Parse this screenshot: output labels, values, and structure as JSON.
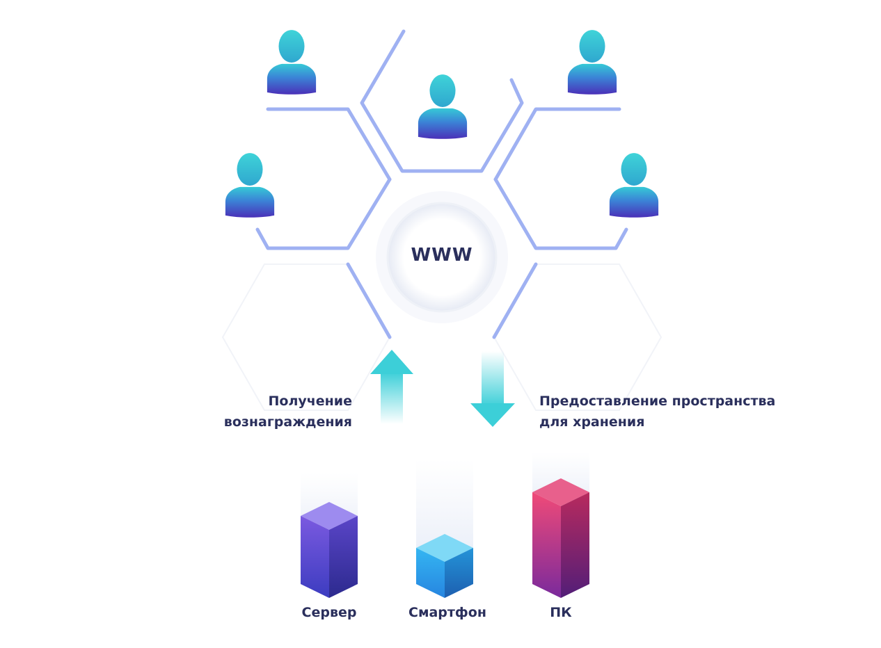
{
  "center": {
    "label": "WWW"
  },
  "actions": {
    "receive_reward": [
      "Получение",
      "вознаграждения"
    ],
    "provide_storage": [
      "Предоставление пространства",
      "для хранения"
    ]
  },
  "devices": [
    {
      "label": "Сервер",
      "color": "#5b49d6"
    },
    {
      "label": "Смартфон",
      "color": "#2aa8ec"
    },
    {
      "label": "ПК",
      "color": "#c3286c"
    }
  ],
  "users": [
    {
      "icon": "user-icon"
    },
    {
      "icon": "user-icon"
    },
    {
      "icon": "user-icon"
    },
    {
      "icon": "user-icon"
    },
    {
      "icon": "user-icon"
    }
  ],
  "colors": {
    "hex_line": "#9fb1f2",
    "arrow": "#3ccfd8",
    "text": "#2a2f5c"
  }
}
